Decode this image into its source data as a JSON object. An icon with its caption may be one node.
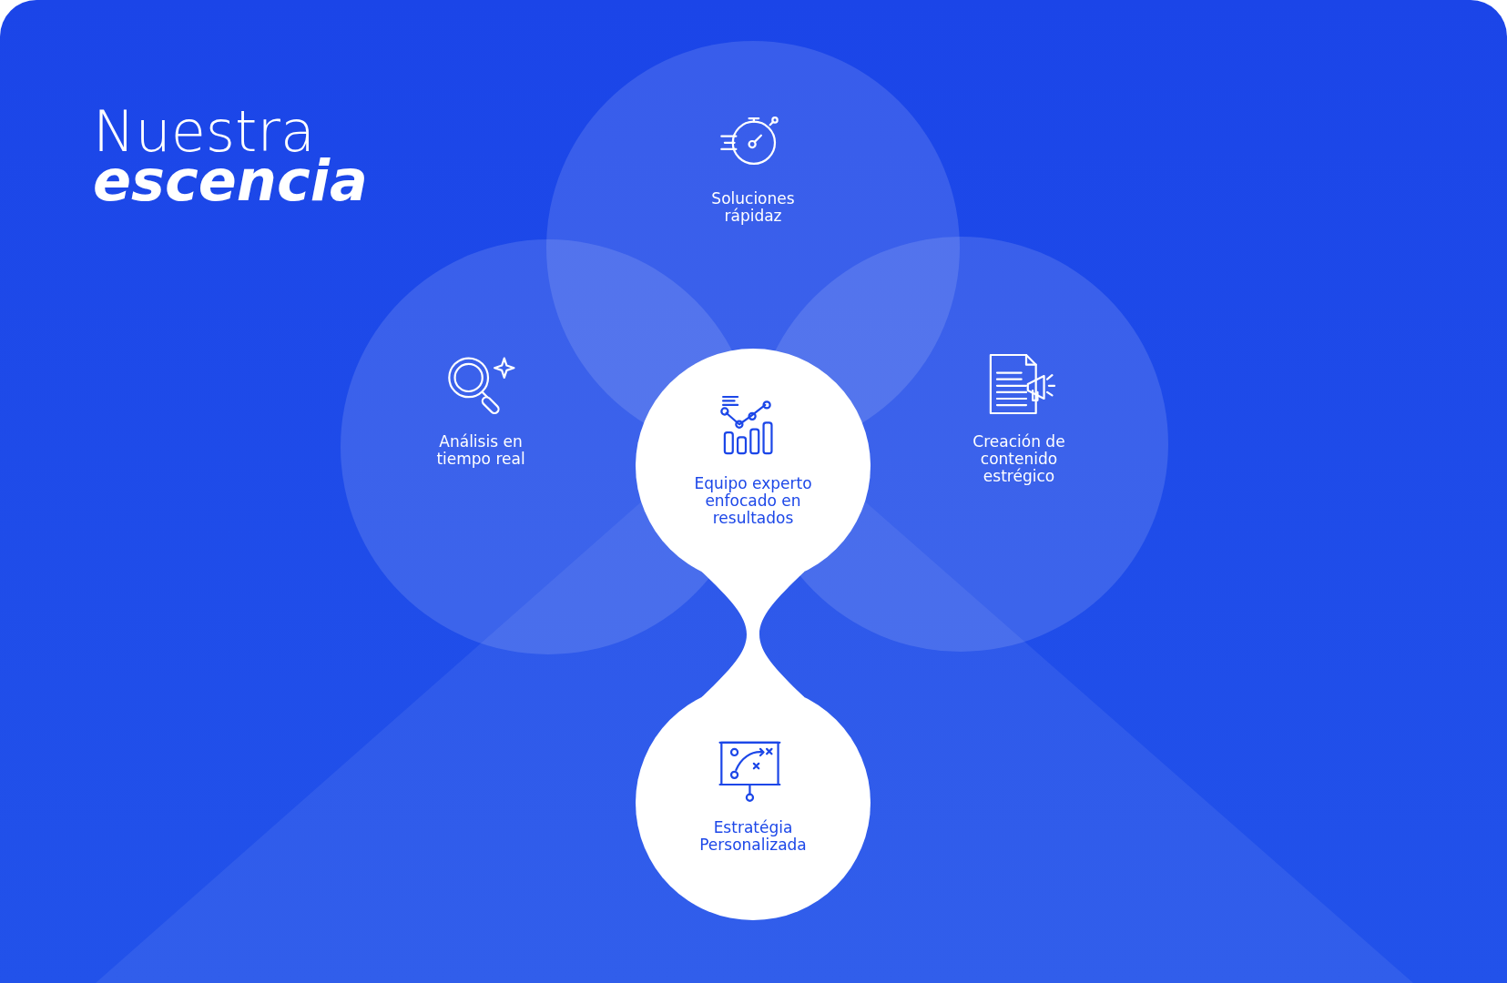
{
  "diagram": {
    "title": "Nuestra *escencia*",
    "nodes": [
      {
        "text": [
          "Soluciones rápidaz"
        ]
      },
      {
        "text": [
          "Análisis en tiempo real"
        ]
      },
      {
        "text": [
          "Equipo experto enfocado en resultados"
        ]
      },
      {
        "text": [
          "Creación de contenido estrégico"
        ]
      },
      {
        "text": [
          "Estratégia Personalizada"
        ]
      }
    ],
    "edges": [
      {
        "from": 2,
        "to": 4,
        "arrow": "none"
      }
    ]
  }
}
